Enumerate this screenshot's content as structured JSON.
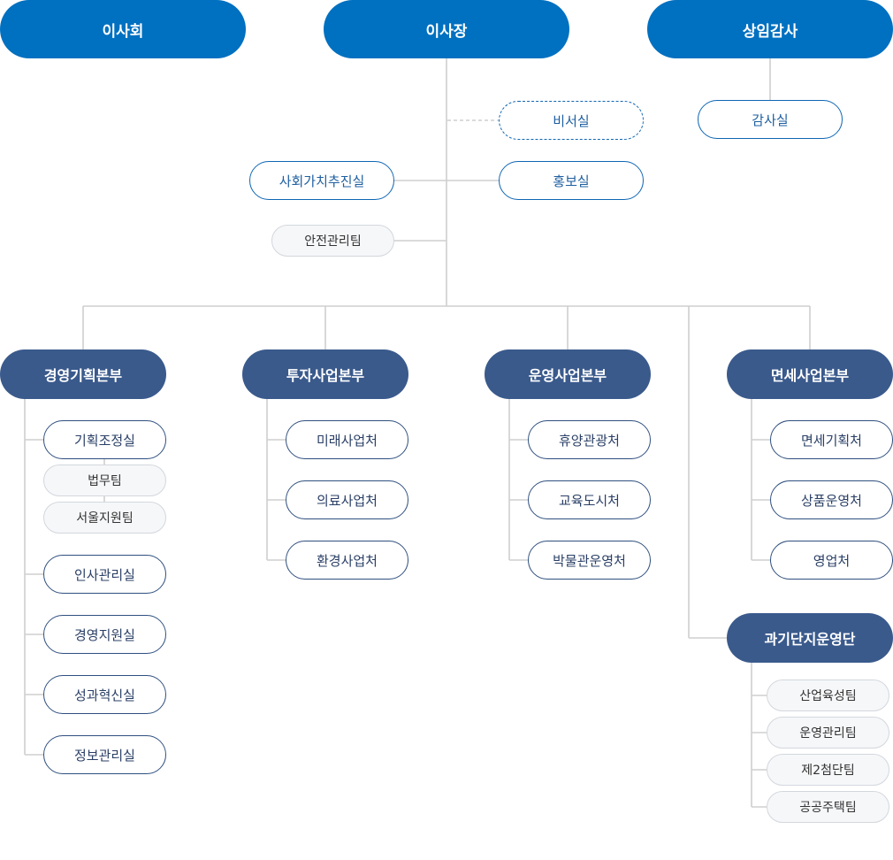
{
  "top": {
    "board": "이사회",
    "president": "이사장",
    "auditor": "상임감사"
  },
  "audit_office": "감사실",
  "secretary": "비서실",
  "pr": "홍보실",
  "social_value": "사회가치추진실",
  "safety": "안전관리팀",
  "divisions": {
    "planning": {
      "name": "경영기획본부",
      "units": [
        "기획조정실",
        "법무팀",
        "서울지원팀",
        "인사관리실",
        "경영지원실",
        "성과혁신실",
        "정보관리실"
      ]
    },
    "investment": {
      "name": "투자사업본부",
      "units": [
        "미래사업처",
        "의료사업처",
        "환경사업처"
      ]
    },
    "operation": {
      "name": "운영사업본부",
      "units": [
        "휴양관광처",
        "교육도시처",
        "박물관운영처"
      ]
    },
    "dutyfree": {
      "name": "면세사업본부",
      "units": [
        "면세기획처",
        "상품운영처",
        "영업처"
      ]
    },
    "gwagi": {
      "name": "과기단지운영단",
      "units": [
        "산업육성팀",
        "운영관리팀",
        "제2첨단팀",
        "공공주택팀"
      ]
    }
  }
}
